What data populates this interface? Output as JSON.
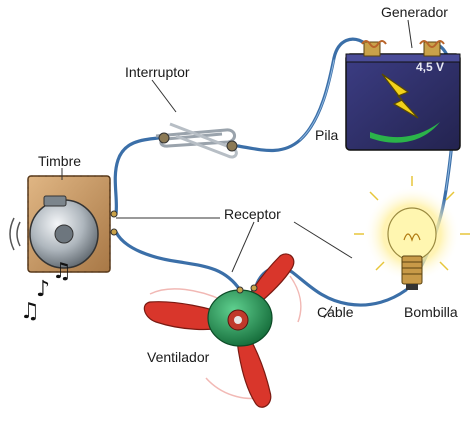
{
  "labels": {
    "generador": "Generador",
    "interruptor": "Interruptor",
    "pila": "Pila",
    "timbre": "Timbre",
    "receptor": "Receptor",
    "cable": "Cable",
    "bombilla": "Bombilla",
    "ventilador": "Ventilador"
  },
  "battery": {
    "voltage": "4,5 V"
  },
  "colors": {
    "wire": "#3b6fa8",
    "battery_body": "#2e2f6e",
    "bolt": "#f2d21a",
    "fan_blade": "#d9362b",
    "fan_hub": "#1e8f4e",
    "bulb_glow": "#fff3a0",
    "bell_box": "#c99a63"
  },
  "icons": [
    "lightning-bolt-icon",
    "music-notes-icon"
  ]
}
